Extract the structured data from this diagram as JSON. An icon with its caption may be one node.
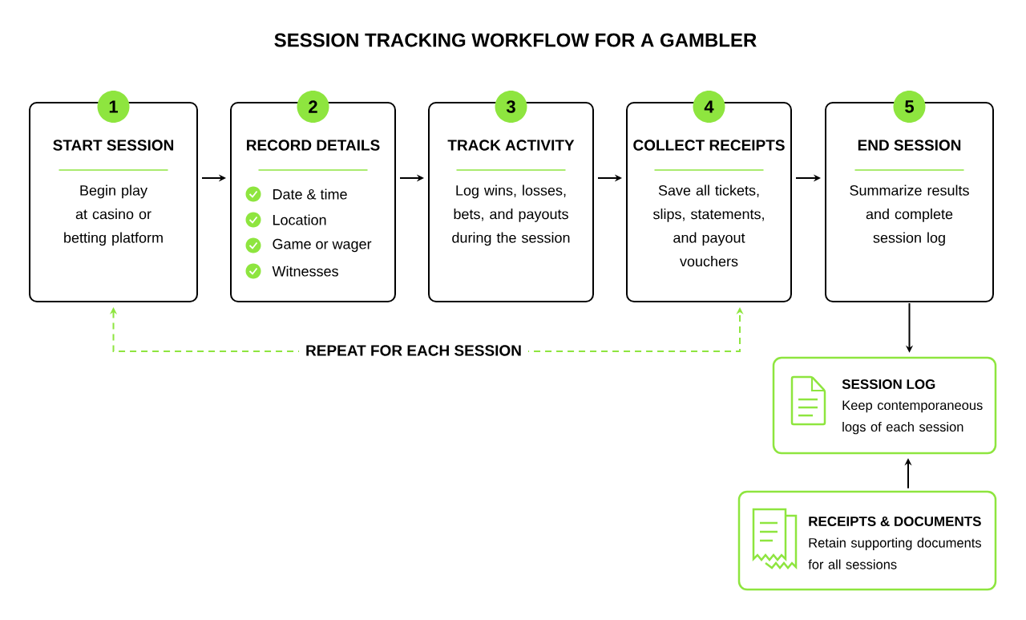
{
  "diagram": {
    "title": "SESSION TRACKING WORKFLOW  FOR A GAMBLER",
    "nodes": [
      {
        "text": [
          "1",
          "START SESSION",
          "Begin play at casino or betting platform"
        ]
      },
      {
        "text": [
          "2",
          "RECORD DETAILS",
          "Date & time",
          "Location",
          "Game or wager",
          "Witnesses"
        ]
      },
      {
        "text": [
          "3",
          "TRACK ACTIVITY",
          "Log wins, losses, bets, and payouts during the session"
        ]
      },
      {
        "text": [
          "4",
          "COLLECT RECEIPTS",
          "Save all tickets, slips, statements, and payout vouchers"
        ]
      },
      {
        "text": [
          "5",
          "END SESSION",
          "Summarize results and complete session log"
        ]
      },
      {
        "text": [
          "SESSION LOG",
          "Keep contemporaneous logs of each session"
        ]
      },
      {
        "text": [
          "RECEIPTS & DOCUMENTS",
          "Retain supporting documents for all sessions"
        ]
      }
    ],
    "edges": [
      {
        "from": 0,
        "to": 1,
        "arrow": "to"
      },
      {
        "from": 1,
        "to": 2,
        "arrow": "to"
      },
      {
        "from": 2,
        "to": 3,
        "arrow": "to"
      },
      {
        "from": 3,
        "to": 4,
        "arrow": "to"
      },
      {
        "from": 4,
        "to": 5,
        "arrow": "to"
      },
      {
        "from": 6,
        "to": 5,
        "arrow": "to"
      },
      {
        "from": 0,
        "to": 3,
        "arrow": "both",
        "label": "REPEAT FOR EACH SESSION",
        "style": "dashed",
        "color": "#8ee53f"
      }
    ]
  }
}
